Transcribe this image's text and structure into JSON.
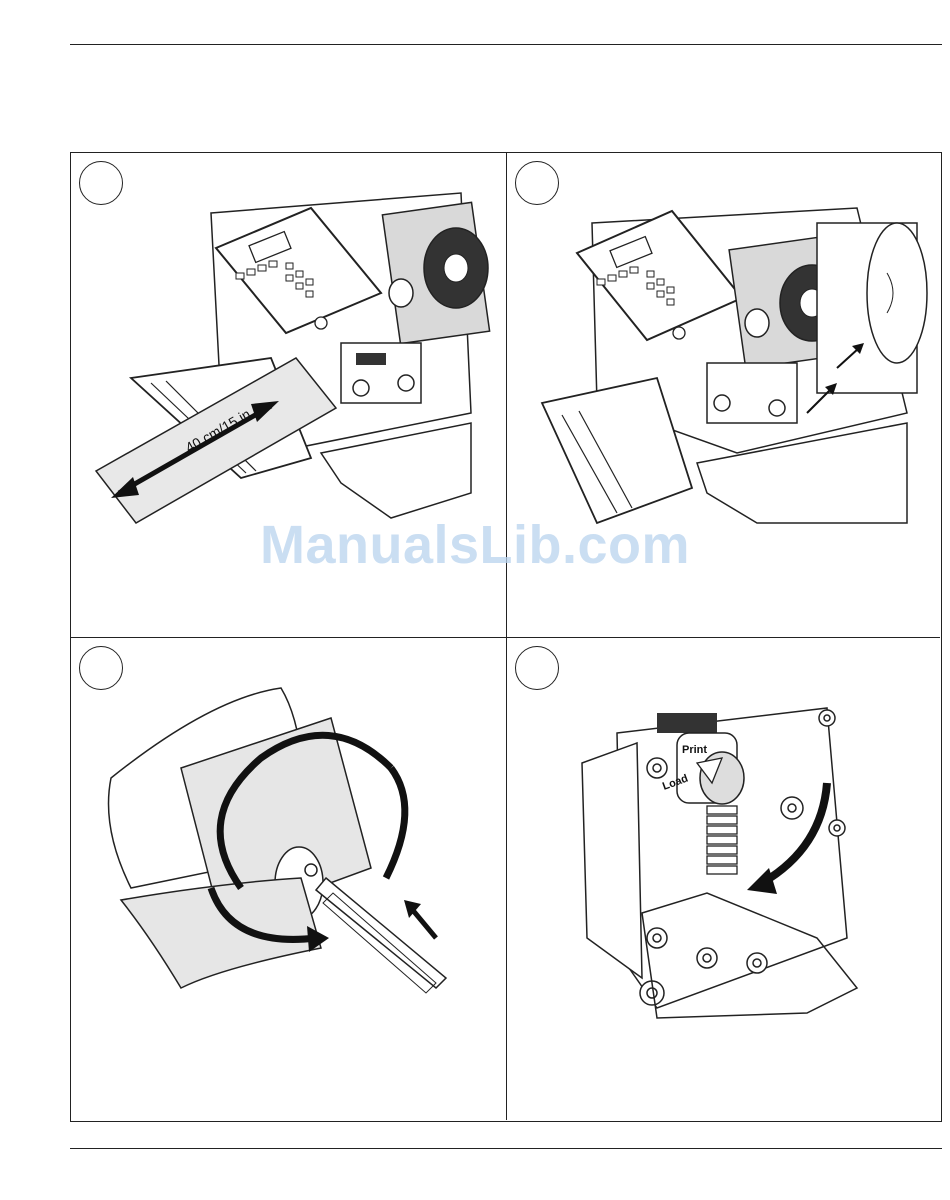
{
  "page": {
    "watermark_text": "ManualsLib.com"
  },
  "panels": [
    {
      "id": "step-1",
      "illustration": "printer-feeding-media-with-measurement-arrow",
      "measurement_label": "40 cm/15 in"
    },
    {
      "id": "step-2",
      "illustration": "printer-routing-liner-to-rewinder",
      "measurement_label": ""
    },
    {
      "id": "step-3",
      "illustration": "liner-on-rewind-hub-with-rotation-arrows",
      "measurement_label": ""
    },
    {
      "id": "step-4",
      "illustration": "printhead-lever-knob-print-load",
      "knob_labels": [
        "Print",
        "Load"
      ]
    }
  ],
  "colors": {
    "line": "#222222",
    "watermark": "#b9d3ee",
    "roll_gray": "#d9d9d9"
  }
}
